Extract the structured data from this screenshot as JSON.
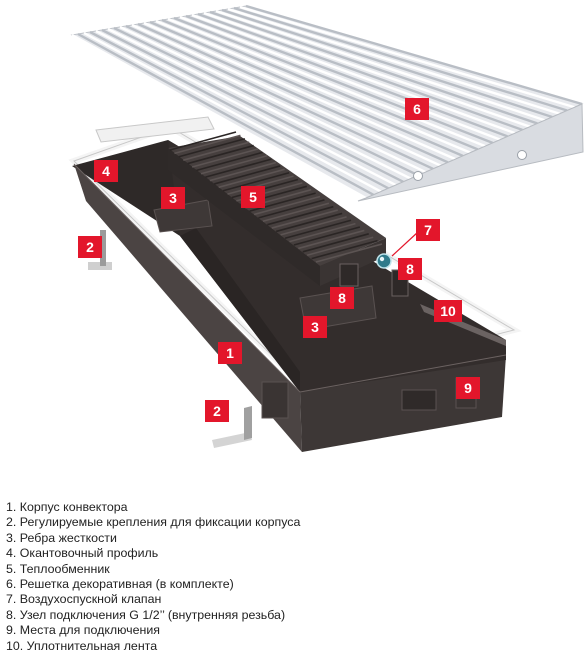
{
  "callouts": {
    "c1": "1",
    "c2a": "2",
    "c2b": "2",
    "c3a": "3",
    "c3b": "3",
    "c4": "4",
    "c5": "5",
    "c6": "6",
    "c7": "7",
    "c8a": "8",
    "c8b": "8",
    "c9": "9",
    "c10": "10"
  },
  "legend": [
    "1. Корпус конвектора",
    "2. Регулируемые крепления для фиксации корпуса",
    "3. Ребра жесткости",
    "4. Окантовочный профиль",
    "5. Теплообменник",
    "6. Решетка декоративная (в комплекте)",
    "7. Воздухоспускной клапан",
    "8. Узел подключения G 1/2’’ (внутренняя резьба)",
    "9. Места для подключения",
    "10. Уплотнительная лента"
  ],
  "colors": {
    "callout": "#e3162b",
    "body_dark": "#3a3433",
    "body_mid": "#4b4443",
    "grille": "#e6e8ec",
    "frame": "#f2f2f2",
    "text": "#222222"
  }
}
